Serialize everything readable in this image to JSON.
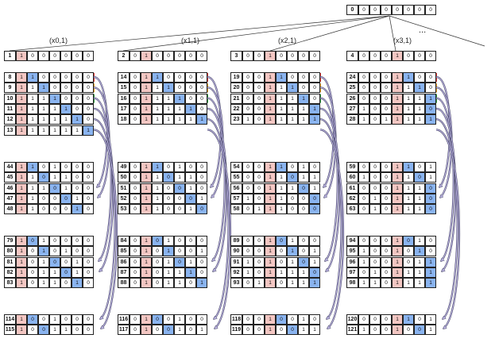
{
  "root": {
    "index": "0",
    "bits": "0000000"
  },
  "edge_labels": [
    "(x0,1)",
    "(x1,1)",
    "(x2,1)",
    "(x3,1)"
  ],
  "ellipsis": "...",
  "columns": [
    {
      "header": {
        "index": "1",
        "bits": "1000000"
      },
      "groups": [
        [
          {
            "index": "8",
            "bits": "1100000"
          },
          {
            "index": "9",
            "bits": "1110000"
          },
          {
            "index": "10",
            "bits": "1111000"
          },
          {
            "index": "11",
            "bits": "1111100"
          },
          {
            "index": "12",
            "bits": "1111110"
          },
          {
            "index": "13",
            "bits": "1111111"
          }
        ],
        [
          {
            "index": "44",
            "bits": "1101000"
          },
          {
            "index": "45",
            "bits": "1101100"
          },
          {
            "index": "46",
            "bits": "1110100"
          },
          {
            "index": "47",
            "bits": "1100010"
          },
          {
            "index": "48",
            "bits": "1100010"
          }
        ],
        [
          {
            "index": "79",
            "bits": "1010000"
          },
          {
            "index": "80",
            "bits": "1010100"
          },
          {
            "index": "81",
            "bits": "1010010"
          },
          {
            "index": "82",
            "bits": "1011010"
          },
          {
            "index": "83",
            "bits": "1011010"
          }
        ],
        [
          {
            "index": "114",
            "bits": "1001000"
          },
          {
            "index": "115",
            "bits": "1001100"
          }
        ]
      ]
    },
    {
      "header": {
        "index": "2",
        "bits": "0100000"
      },
      "groups": [
        [
          {
            "index": "14",
            "bits": "0110000"
          },
          {
            "index": "15",
            "bits": "0111000"
          },
          {
            "index": "16",
            "bits": "0111100"
          },
          {
            "index": "17",
            "bits": "0111110"
          },
          {
            "index": "18",
            "bits": "0111111"
          }
        ],
        [
          {
            "index": "49",
            "bits": "0110100"
          },
          {
            "index": "50",
            "bits": "0110110"
          },
          {
            "index": "51",
            "bits": "0110010"
          },
          {
            "index": "52",
            "bits": "0110001"
          },
          {
            "index": "53",
            "bits": "0110010"
          }
        ],
        [
          {
            "index": "84",
            "bits": "0101000"
          },
          {
            "index": "85",
            "bits": "0101001"
          },
          {
            "index": "86",
            "bits": "0101010"
          },
          {
            "index": "87",
            "bits": "0101110"
          },
          {
            "index": "88",
            "bits": "0101101"
          }
        ],
        [
          {
            "index": "116",
            "bits": "0100100"
          },
          {
            "index": "117",
            "bits": "0100101"
          }
        ]
      ]
    },
    {
      "header": {
        "index": "3",
        "bits": "0010000"
      },
      "groups": [
        [
          {
            "index": "19",
            "bits": "0011000"
          },
          {
            "index": "20",
            "bits": "0011100"
          },
          {
            "index": "21",
            "bits": "0011110"
          },
          {
            "index": "22",
            "bits": "0011111"
          },
          {
            "index": "23",
            "bits": "1011111"
          }
        ],
        [
          {
            "index": "54",
            "bits": "0011010"
          },
          {
            "index": "55",
            "bits": "0011011"
          },
          {
            "index": "56",
            "bits": "0011101"
          },
          {
            "index": "57",
            "bits": "1011000"
          },
          {
            "index": "58",
            "bits": "0111000"
          }
        ],
        [
          {
            "index": "89",
            "bits": "0010100"
          },
          {
            "index": "90",
            "bits": "0010101"
          },
          {
            "index": "91",
            "bits": "1010101"
          },
          {
            "index": "92",
            "bits": "1011110"
          },
          {
            "index": "93",
            "bits": "0110111"
          }
        ],
        [
          {
            "index": "118",
            "bits": "0010010"
          },
          {
            "index": "119",
            "bits": "0010011"
          }
        ]
      ]
    },
    {
      "header": {
        "index": "4",
        "bits": "0001000"
      },
      "groups": [
        [
          {
            "index": "24",
            "bits": "0001100"
          },
          {
            "index": "25",
            "bits": "0001110"
          },
          {
            "index": "26",
            "bits": "0001111"
          },
          {
            "index": "27",
            "bits": "1001110"
          },
          {
            "index": "28",
            "bits": "1011111"
          }
        ],
        [
          {
            "index": "59",
            "bits": "0001101"
          },
          {
            "index": "60",
            "bits": "1001101"
          },
          {
            "index": "61",
            "bits": "0001110"
          },
          {
            "index": "62",
            "bits": "0101110"
          },
          {
            "index": "63",
            "bits": "0101110"
          }
        ],
        [
          {
            "index": "94",
            "bits": "0001010"
          },
          {
            "index": "95",
            "bits": "1001010"
          },
          {
            "index": "96",
            "bits": "1001011"
          },
          {
            "index": "97",
            "bits": "0101111"
          },
          {
            "index": "98",
            "bits": "1101111"
          }
        ],
        [
          {
            "index": "120",
            "bits": "0001101"
          },
          {
            "index": "121",
            "bits": "1001001"
          }
        ]
      ]
    }
  ],
  "colors": {
    "highlight_pink": "#f4c7c3",
    "highlight_blue": "#8ab4f0",
    "arrow_fill": "#b8b0de",
    "arrow_edge": "#3a3a5a",
    "marker_red": "#e53935",
    "marker_orange": "#f0a020",
    "marker_green": "#30a040"
  }
}
